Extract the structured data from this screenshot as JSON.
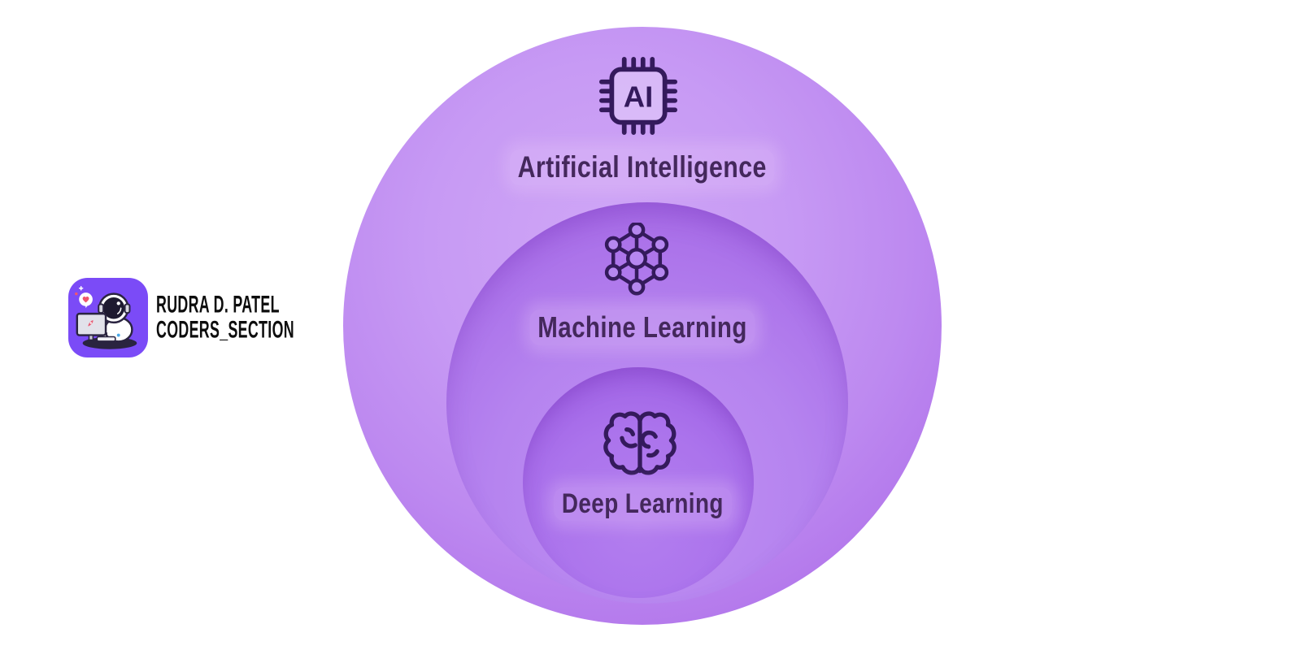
{
  "page": {
    "background_color": "#ffffff"
  },
  "brand": {
    "name_line1": "RUDRA D. PATEL",
    "name_line2": "CODERS_SECTION",
    "logo": {
      "description": "astronaut-at-computer",
      "background_color": "#7b4bf7"
    }
  },
  "diagram": {
    "type": "nested-circles",
    "stroke_color": "#341a5c",
    "label_color": "#44285c",
    "levels": [
      {
        "label": "Artificial Intelligence",
        "icon": "ai-chip-icon",
        "icon_text": "AI",
        "fill": "#c09af2"
      },
      {
        "label": "Machine Learning",
        "icon": "neural-network-icon",
        "fill": "#b583ef"
      },
      {
        "label": "Deep Learning",
        "icon": "brain-icon",
        "fill": "#aa73ec"
      }
    ]
  }
}
